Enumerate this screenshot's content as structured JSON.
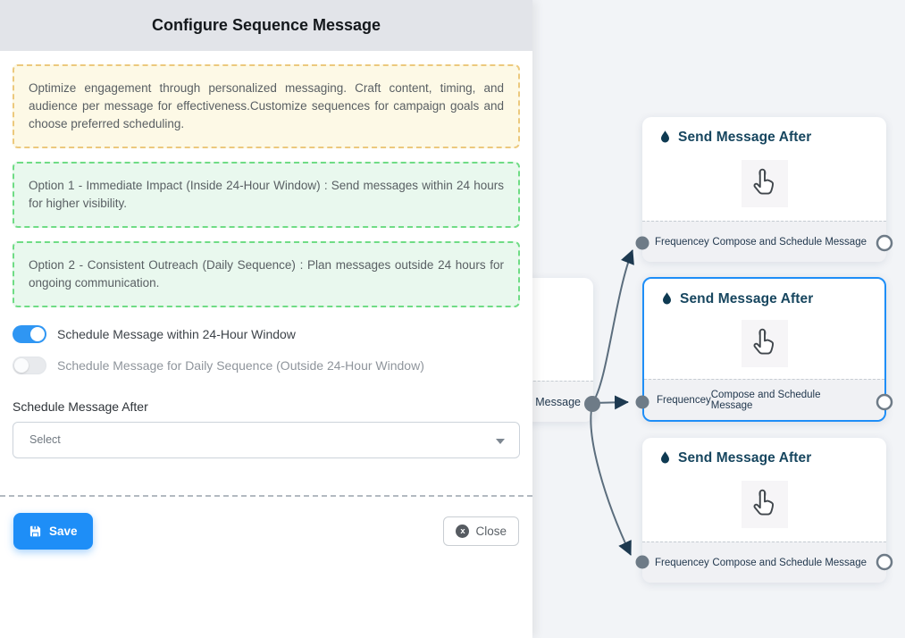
{
  "panel": {
    "title": "Configure Sequence Message",
    "intro": "Optimize engagement through personalized messaging. Craft content, timing, and audience per message for effectiveness.Customize sequences for campaign goals and choose preferred scheduling.",
    "options": [
      {
        "text": "Option 1 - Immediate Impact (Inside 24-Hour Window) : Send messages within 24 hours for higher visibility."
      },
      {
        "text": "Option 2 - Consistent Outreach (Daily Sequence) : Plan messages outside 24 hours for ongoing communication."
      }
    ],
    "toggles": [
      {
        "label": "Schedule Message within 24-Hour Window",
        "state": "on"
      },
      {
        "label": "Schedule Message for Daily Sequence (Outside 24-Hour Window)",
        "state": "off"
      }
    ],
    "schedule_after_label": "Schedule Message After",
    "select_value": "Select",
    "save_label": "Save",
    "close_label": "Close",
    "close_icon_glyph": "x"
  },
  "canvas": {
    "partial_node": {
      "footer_text": "ce Message"
    },
    "nodes": [
      {
        "title": "Send Message After",
        "footer_left": "Frequencey",
        "footer_right": "Compose and Schedule Message",
        "selected": false
      },
      {
        "title": "Send Message After",
        "footer_left": "Frequencey",
        "footer_right": "Compose and Schedule Message",
        "selected": true
      },
      {
        "title": "Send Message After",
        "footer_left": "Frequencey",
        "footer_right": "Compose and Schedule Message",
        "selected": false
      }
    ]
  },
  "colors": {
    "accent_blue": "#1e8ef7",
    "toggle_on_blue": "#2f96f3",
    "node_title_navy": "#17465f",
    "edge_slate": "#5b6d7d",
    "warning_border": "#ecc97d",
    "success_border": "#6fdc85",
    "canvas_bg": "#f2f4f7"
  }
}
